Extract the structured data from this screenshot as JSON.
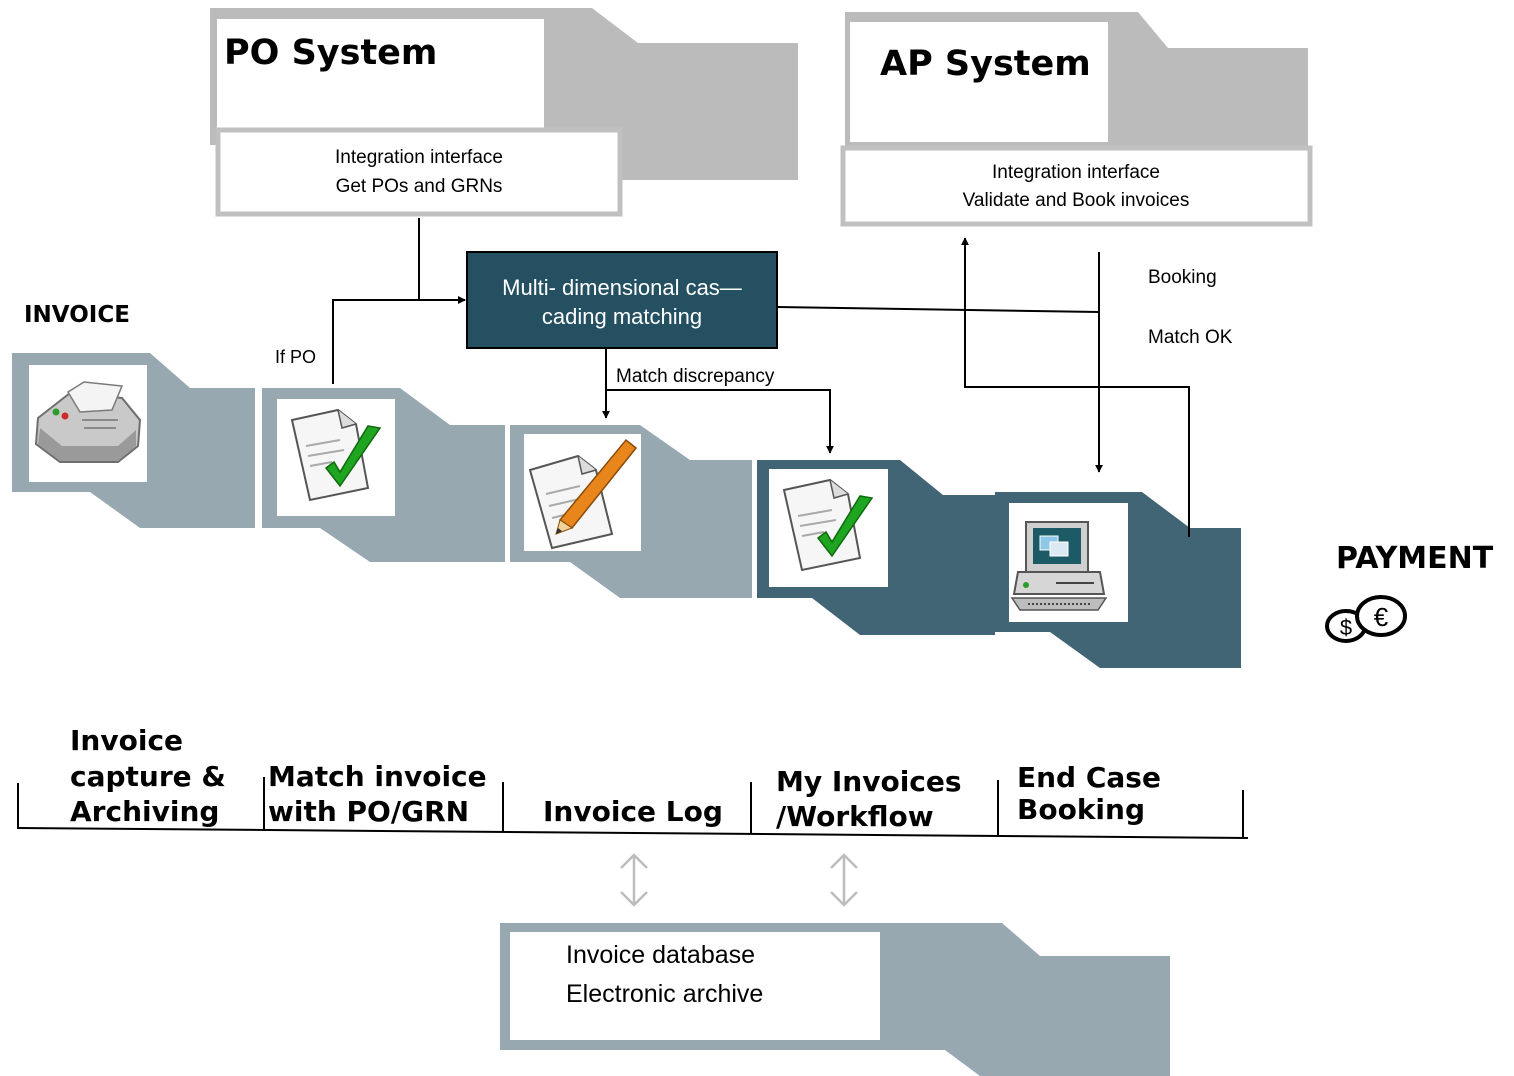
{
  "colors": {
    "light_slate": "#98a8b0",
    "dark_slate": "#426576",
    "matcher_fill": "#245061",
    "system_gray": "#bbbbbb",
    "line": "#000000"
  },
  "po_system": {
    "title": "PO System",
    "interface_line1": "Integration interface",
    "interface_line2": "Get POs and GRNs"
  },
  "ap_system": {
    "title": "AP System",
    "interface_line1": "Integration interface",
    "interface_line2": "Validate and Book invoices"
  },
  "matcher": {
    "line1": "Multi- dimensional cas—",
    "line2": "cading matching"
  },
  "labels": {
    "invoice": "INVOICE",
    "payment": "PAYMENT",
    "if_po": "If PO",
    "match_discrepancy": "Match discrepancy",
    "booking": "Booking",
    "match_ok": "Match OK"
  },
  "stages": [
    {
      "id": "capture",
      "icon": "fax-machine-icon",
      "line1": "Invoice",
      "line2": "capture &",
      "line3": "Archiving"
    },
    {
      "id": "match",
      "icon": "document-checkmark-icon",
      "line1": "Match invoice",
      "line2": "with PO/GRN"
    },
    {
      "id": "log",
      "icon": "document-pencil-icon",
      "line1": "Invoice Log"
    },
    {
      "id": "workflow",
      "icon": "document-checkmark-icon",
      "line1": "My Invoices",
      "line2": "/Workflow"
    },
    {
      "id": "booking",
      "icon": "computer-icon",
      "line1": "End Case",
      "line2": "Booking"
    }
  ],
  "database": {
    "line1": "Invoice database",
    "line2": "Electronic archive"
  }
}
